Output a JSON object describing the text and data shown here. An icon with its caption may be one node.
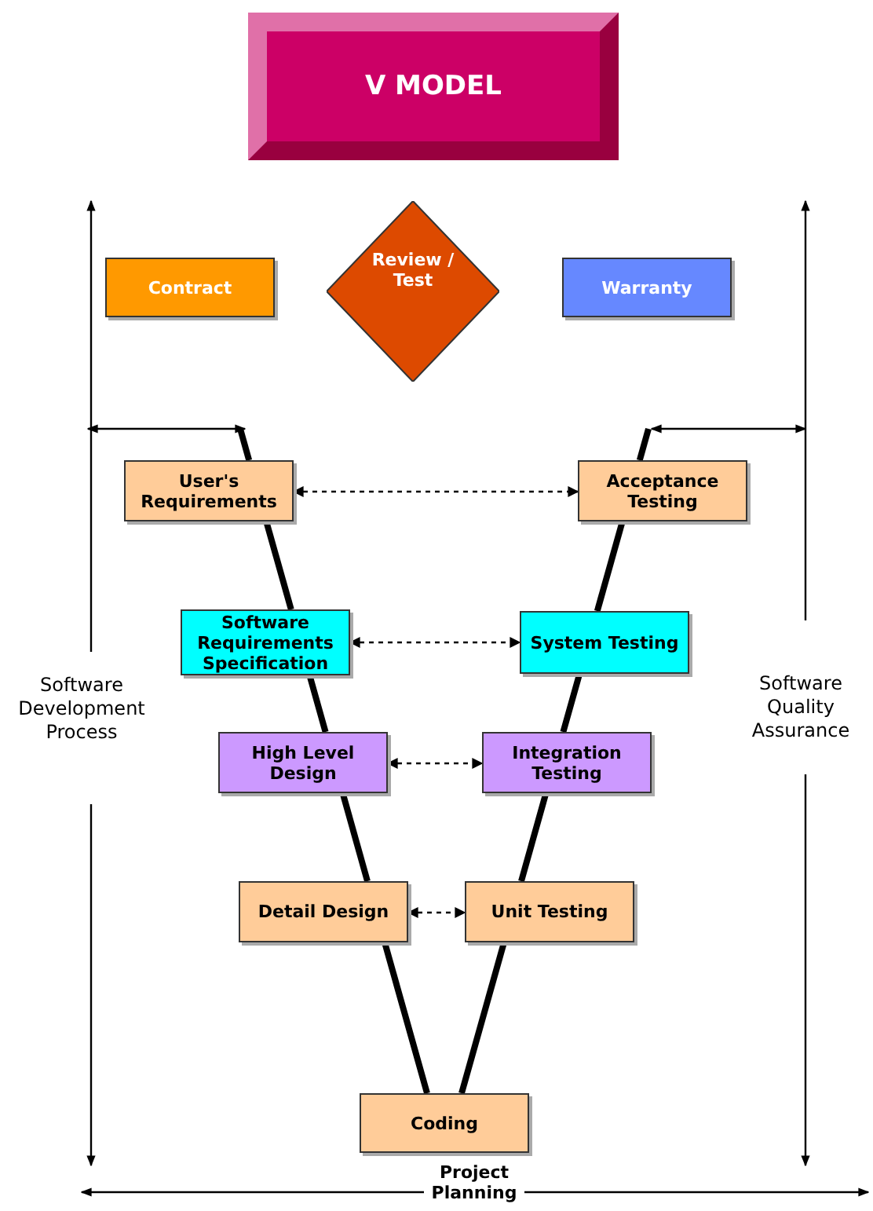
{
  "diagram": {
    "title": "V MODEL",
    "nodes": [
      {
        "text": [
          "Contract"
        ]
      },
      {
        "text": [
          "Review / Test"
        ]
      },
      {
        "text": [
          "Warranty"
        ]
      },
      {
        "text": [
          "User's Requirements"
        ]
      },
      {
        "text": [
          "Acceptance Testing"
        ]
      },
      {
        "text": [
          "Software Requirements Specification"
        ]
      },
      {
        "text": [
          "System Testing"
        ]
      },
      {
        "text": [
          "High Level Design"
        ]
      },
      {
        "text": [
          "Integration Testing"
        ]
      },
      {
        "text": [
          "Detail Design"
        ]
      },
      {
        "text": [
          "Unit Testing"
        ]
      },
      {
        "text": [
          "Coding"
        ]
      }
    ],
    "edges": [
      {
        "from": 3,
        "to": 5,
        "arrow": "none"
      },
      {
        "from": 5,
        "to": 7,
        "arrow": "none"
      },
      {
        "from": 7,
        "to": 9,
        "arrow": "none"
      },
      {
        "from": 9,
        "to": 11,
        "arrow": "none"
      },
      {
        "from": 11,
        "to": 10,
        "arrow": "none"
      },
      {
        "from": 10,
        "to": 8,
        "arrow": "none"
      },
      {
        "from": 8,
        "to": 6,
        "arrow": "none"
      },
      {
        "from": 6,
        "to": 4,
        "arrow": "none"
      },
      {
        "from": 3,
        "to": 4,
        "arrow": "both",
        "style": "dashed"
      },
      {
        "from": 5,
        "to": 6,
        "arrow": "both",
        "style": "dashed"
      },
      {
        "from": 7,
        "to": 8,
        "arrow": "both",
        "style": "dashed"
      },
      {
        "from": 9,
        "to": 10,
        "arrow": "both",
        "style": "dashed"
      }
    ],
    "labels": [
      "Software Development Process",
      "Software Quality Assurance",
      "Project Planning"
    ]
  }
}
